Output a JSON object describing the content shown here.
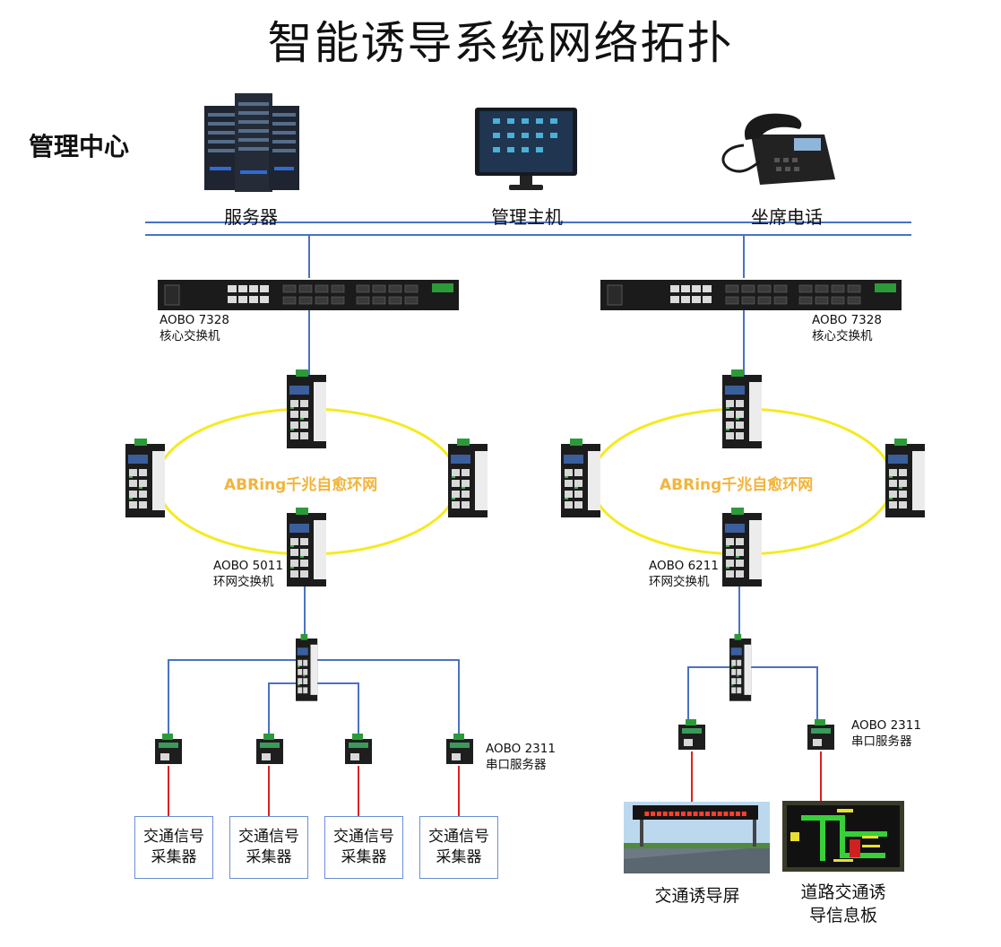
{
  "title": "智能诱导系统网络拓扑",
  "management": {
    "label": "管理中心",
    "devices": [
      "服务器",
      "管理主机",
      "坐席电话"
    ]
  },
  "core_switches": [
    {
      "model": "AOBO 7328",
      "role": "核心交换机"
    },
    {
      "model": "AOBO 7328",
      "role": "核心交换机"
    }
  ],
  "rings": [
    {
      "label": "ABRing千兆自愈环网",
      "model": "AOBO 5011",
      "role": "环网交换机"
    },
    {
      "label": "ABRing千兆自愈环网",
      "model": "AOBO 6211",
      "role": "环网交换机"
    }
  ],
  "serial_servers": [
    {
      "model": "AOBO 2311",
      "role": "串口服务器"
    },
    {
      "model": "AOBO 2311",
      "role": "串口服务器"
    }
  ],
  "collectors": [
    {
      "line1": "交通信号",
      "line2": "采集器"
    },
    {
      "line1": "交通信号",
      "line2": "采集器"
    },
    {
      "line1": "交通信号",
      "line2": "采集器"
    },
    {
      "line1": "交通信号",
      "line2": "采集器"
    }
  ],
  "displays": [
    {
      "label": "交通诱导屏"
    },
    {
      "line1": "道路交通诱",
      "line2": "导信息板"
    }
  ],
  "colors": {
    "link": "#4a72c4",
    "serial": "#e02020",
    "ring": "#f5ea20",
    "ring_text": "#f2b43c"
  }
}
